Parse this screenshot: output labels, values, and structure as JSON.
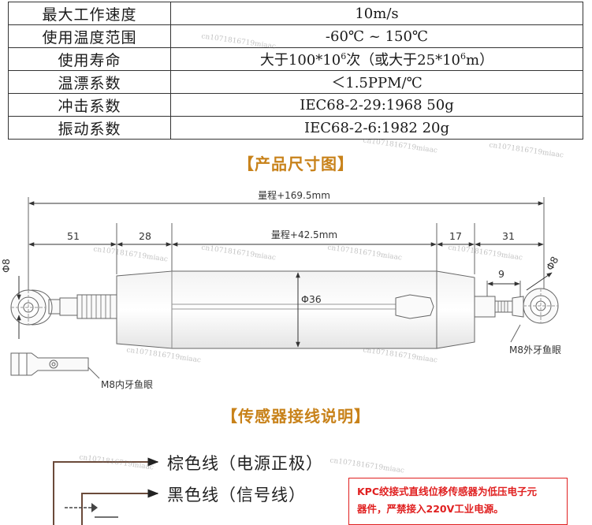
{
  "spec_rows": [
    {
      "label": "最大工作速度",
      "value": "10m/s"
    },
    {
      "label": "使用温度范围",
      "value": "-60℃ ~ 150℃"
    },
    {
      "label": "使用寿命",
      "value_pre": "大于100*10",
      "value_sup": "6",
      "value_mid": "次（或大于25*10",
      "value_sup2": "6",
      "value_post": "m）"
    },
    {
      "label": "温漂系数",
      "value": "＜1.5PPM/℃"
    },
    {
      "label": "冲击系数",
      "value": "IEC68-2-29:1968 50g"
    },
    {
      "label": "振动系数",
      "value": "IEC68-2-6:1982 20g"
    }
  ],
  "section_dimensions": "【产品尺寸图】",
  "section_wiring": "【传感器接线说明】",
  "dimensions": {
    "total": "量程+169.5mm",
    "d1": "51",
    "d2": "28",
    "stroke": "量程+42.5mm",
    "d3": "17",
    "d4": "31",
    "d5": "9",
    "phi_left": "Φ8",
    "phi_right": "Φ8",
    "phi_body": "Φ36",
    "m8_inner": "M8内牙鱼眼",
    "m8_outer": "M8外牙鱼眼"
  },
  "wiring": {
    "brown": "棕色线（电源正极）",
    "black": "黑色线（信号线）"
  },
  "warning": {
    "line1": "KPC绞接式直线位移传感器为低压电子元",
    "line2": "器件，严禁接入220V工业电源。"
  },
  "watermark": "cn1071816719miaac",
  "colors": {
    "accent": "#c8821a",
    "warning": "#e02020"
  }
}
